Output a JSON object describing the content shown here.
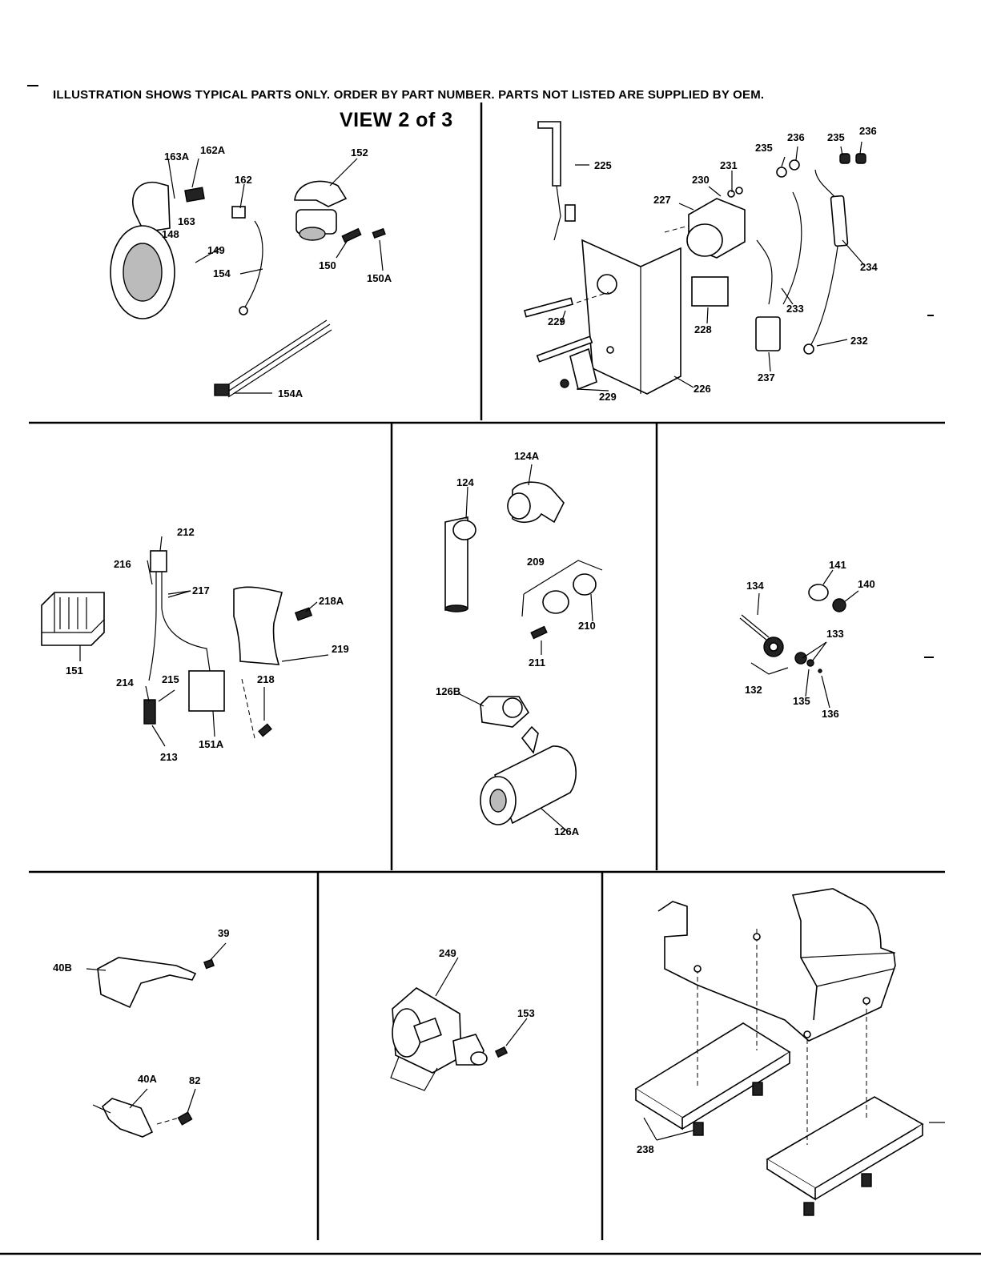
{
  "header": {
    "notice": "ILLUSTRATION SHOWS TYPICAL PARTS ONLY. ORDER BY PART NUMBER. PARTS NOT LISTED ARE SUPPLIED BY OEM.",
    "view": "VIEW 2 of 3"
  },
  "panel_ignition": {
    "labels": [
      "163A",
      "162A",
      "163",
      "148",
      "149",
      "162",
      "152",
      "154",
      "150",
      "150A",
      "154A"
    ]
  },
  "panel_starter_solenoid": {
    "labels": [
      "225",
      "235",
      "236",
      "235",
      "236",
      "231",
      "230",
      "227",
      "234",
      "229",
      "228",
      "233",
      "232",
      "237",
      "226",
      "229"
    ]
  },
  "panel_regulator": {
    "labels": [
      "212",
      "216",
      "217",
      "218A",
      "151",
      "219",
      "214",
      "215",
      "218",
      "151A",
      "213"
    ]
  },
  "panel_muffler": {
    "labels": [
      "124A",
      "124",
      "209",
      "210",
      "211",
      "126B",
      "126A"
    ]
  },
  "panel_hardware": {
    "labels": [
      "141",
      "134",
      "140",
      "133",
      "132",
      "135",
      "136"
    ]
  },
  "panel_brackets": {
    "labels": [
      "39",
      "40B",
      "40A",
      "82"
    ]
  },
  "panel_starter_motor": {
    "labels": [
      "249",
      "153"
    ]
  },
  "panel_mounting": {
    "labels": [
      "238"
    ]
  }
}
